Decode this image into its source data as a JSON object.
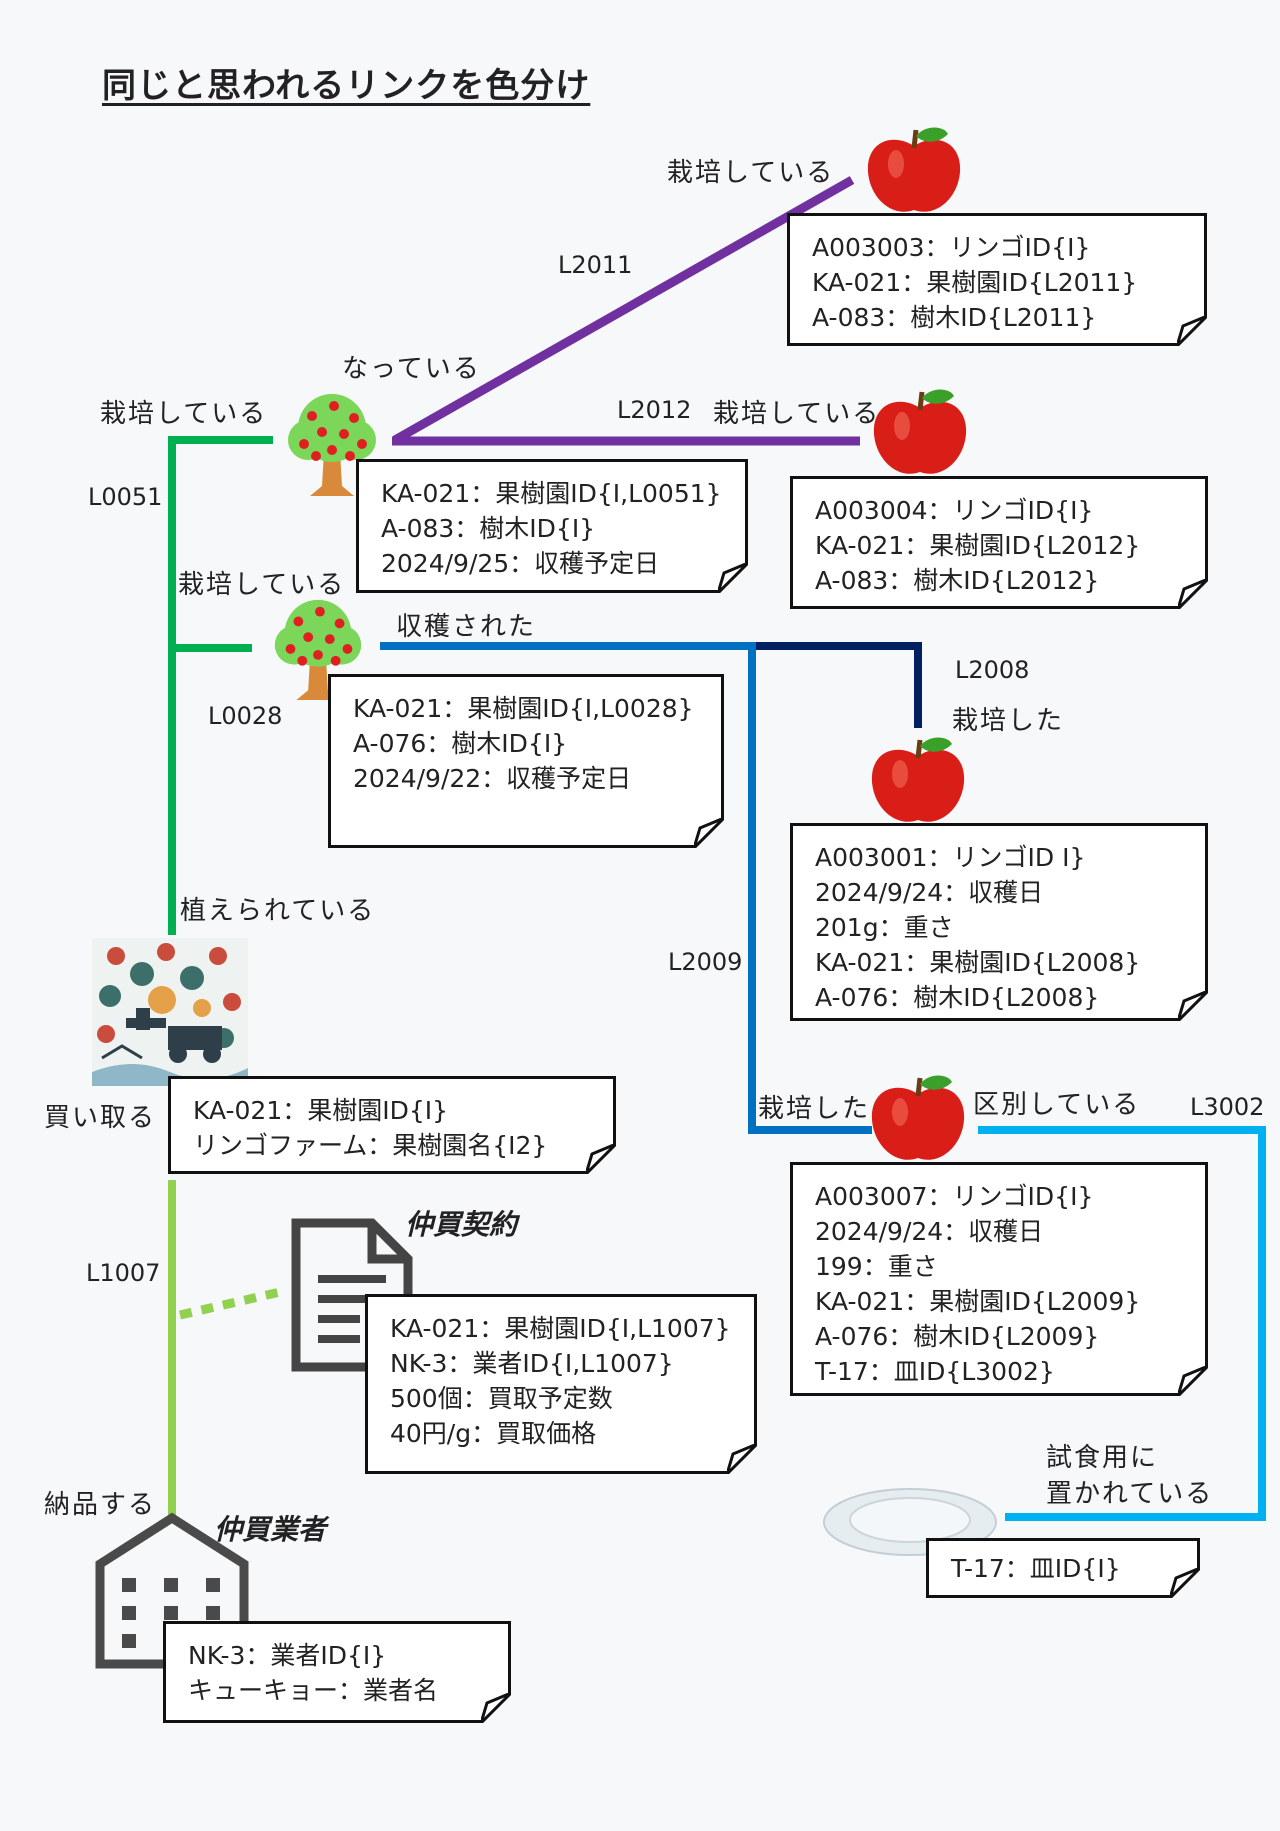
{
  "title": "同じと思われるリンクを色分け",
  "colors": {
    "purple": "#7030a0",
    "green": "#00b050",
    "lightgreen": "#92d050",
    "blue": "#0070c0",
    "navy": "#002060",
    "cyan": "#00b0f0"
  },
  "link_ids": {
    "l2011": "L2011",
    "l2012": "L2012",
    "l0051": "L0051",
    "l0028": "L0028",
    "l2008": "L2008",
    "l2009": "L2009",
    "l3002": "L3002",
    "l1007": "L1007"
  },
  "relations": {
    "cultivating_1": "栽培している",
    "hanging": "なっている",
    "cultivating_2": "栽培している",
    "cultivating_3": "栽培している",
    "cultivating_4": "栽培している",
    "harvested": "収穫された",
    "cultivated_1": "栽培した",
    "planted": "植えられている",
    "cultivated_2": "栽培した",
    "distinguish": "区別している",
    "buy": "買い取る",
    "deliver": "納品する",
    "placed_line1": "試食用に",
    "placed_line2": "置かれている"
  },
  "labels": {
    "contract": "仲買契約",
    "broker": "仲買業者"
  },
  "icons": {
    "apple": "apple-icon",
    "tree": "apple-tree-icon",
    "farm": "farm-illustration",
    "document": "document-icon",
    "building": "building-icon",
    "plate": "plate-icon"
  },
  "cards": {
    "apple_a003003": [
      "A003003：リンゴID{I}",
      "KA-021：果樹園ID{L2011}",
      "A-083：樹木ID{L2011}"
    ],
    "tree_a083": [
      "KA-021：果樹園ID{I,L0051}",
      "A-083：樹木ID{I}",
      "2024/9/25：収穫予定日"
    ],
    "apple_a003004": [
      "A003004：リンゴID{I}",
      "KA-021：果樹園ID{L2012}",
      "A-083：樹木ID{L2012}"
    ],
    "tree_a076": [
      "KA-021：果樹園ID{I,L0028}",
      "A-076：樹木ID{I}",
      "2024/9/22：収穫予定日"
    ],
    "apple_a003001": [
      "A003001：リンゴID I}",
      "2024/9/24：収穫日",
      "201g：重さ",
      "KA-021：果樹園ID{L2008}",
      "A-076：樹木ID{L2008}"
    ],
    "farm": [
      "KA-021：果樹園ID{I}",
      "リンゴファーム：果樹園名{I2}"
    ],
    "apple_a003007": [
      "A003007：リンゴID{I}",
      "2024/9/24：収穫日",
      "199：重さ",
      "KA-021：果樹園ID{L2009}",
      "A-076：樹木ID{L2009}",
      "T-17：皿ID{L3002}"
    ],
    "contract": [
      "KA-021：果樹園ID{I,L1007}",
      "NK-3：業者ID{I,L1007}",
      "500個：買取予定数",
      "40円/g：買取価格"
    ],
    "plate": [
      "T-17：皿ID{I}"
    ],
    "broker": [
      "NK-3：業者ID{I}",
      "キューキョー：業者名"
    ]
  }
}
